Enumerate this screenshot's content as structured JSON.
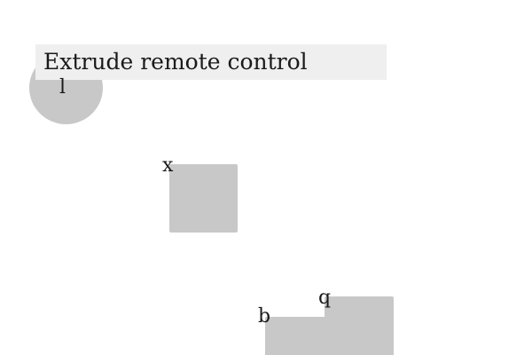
{
  "title": "Extrude remote control",
  "shapes": {
    "circle_label": "l",
    "square_label": "x",
    "rear_block_label": "q",
    "front_block_label": "b"
  },
  "colors": {
    "shape_fill": "#c8c8c8",
    "title_bar_fill": "#efefef",
    "background": "#ffffff",
    "text": "#1a1a1a"
  }
}
